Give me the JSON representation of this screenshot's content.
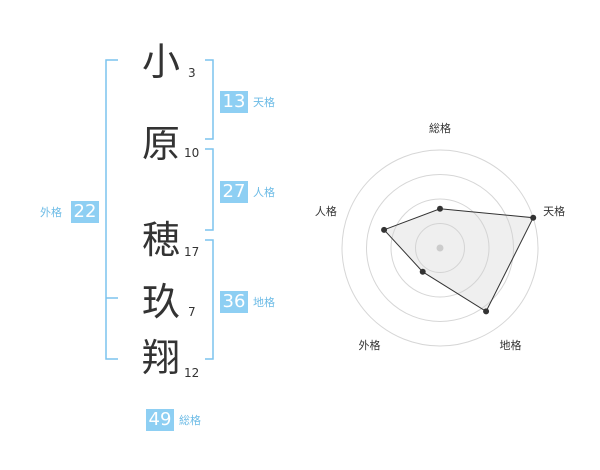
{
  "characters": [
    {
      "char": "小",
      "strokes": "3"
    },
    {
      "char": "原",
      "strokes": "10"
    },
    {
      "char": "穂",
      "strokes": "17"
    },
    {
      "char": "玖",
      "strokes": "7"
    },
    {
      "char": "翔",
      "strokes": "12"
    }
  ],
  "kaku": {
    "ten": {
      "value": "13",
      "label": "天格"
    },
    "jin": {
      "value": "27",
      "label": "人格"
    },
    "chi": {
      "value": "36",
      "label": "地格"
    },
    "gai": {
      "value": "22",
      "label": "外格"
    },
    "sou": {
      "value": "49",
      "label": "総格"
    }
  },
  "colors": {
    "accent": "#8ecff3",
    "bracket": "#7cc3ee",
    "label": "#6cbbe6"
  },
  "chart_data": {
    "type": "radar",
    "axes": [
      "総格",
      "天格",
      "地格",
      "外格",
      "人格"
    ],
    "values": [
      0.4,
      1.0,
      0.8,
      0.3,
      0.6
    ],
    "rmax": 1,
    "rings": 4,
    "grid": true
  }
}
